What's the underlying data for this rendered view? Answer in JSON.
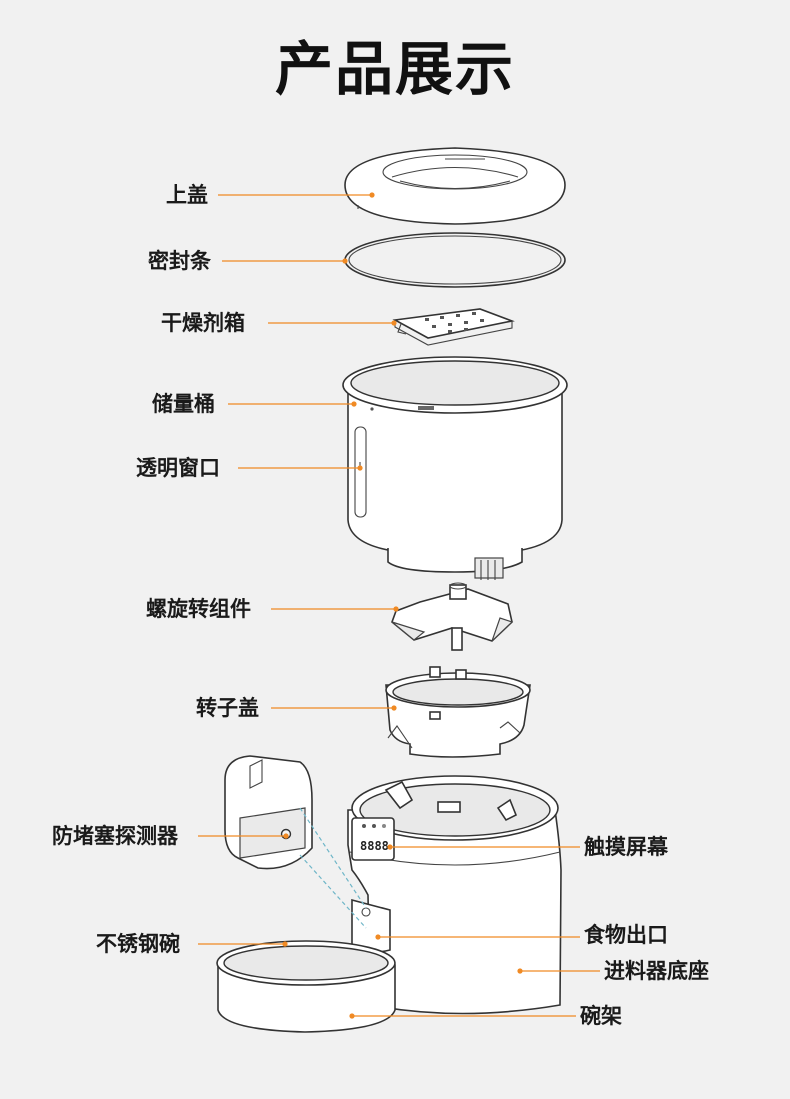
{
  "title": "产品展示",
  "parts": {
    "lid": "上盖",
    "seal": "密封条",
    "desiccant": "干燥剂箱",
    "bucket": "储量桶",
    "window": "透明窗口",
    "spiral": "螺旋转组件",
    "rotor_cover": "转子盖",
    "anti_clog": "防堵塞探测器",
    "bowl": "不锈钢碗",
    "touch_screen": "触摸屏幕",
    "outlet": "食物出口",
    "base": "进料器底座",
    "bowl_rack": "碗架"
  },
  "display": {
    "digits": "8888"
  },
  "colors": {
    "leader": "#f08a24",
    "background": "#f1f1f1",
    "detector_dash": "#6fb6c8"
  }
}
